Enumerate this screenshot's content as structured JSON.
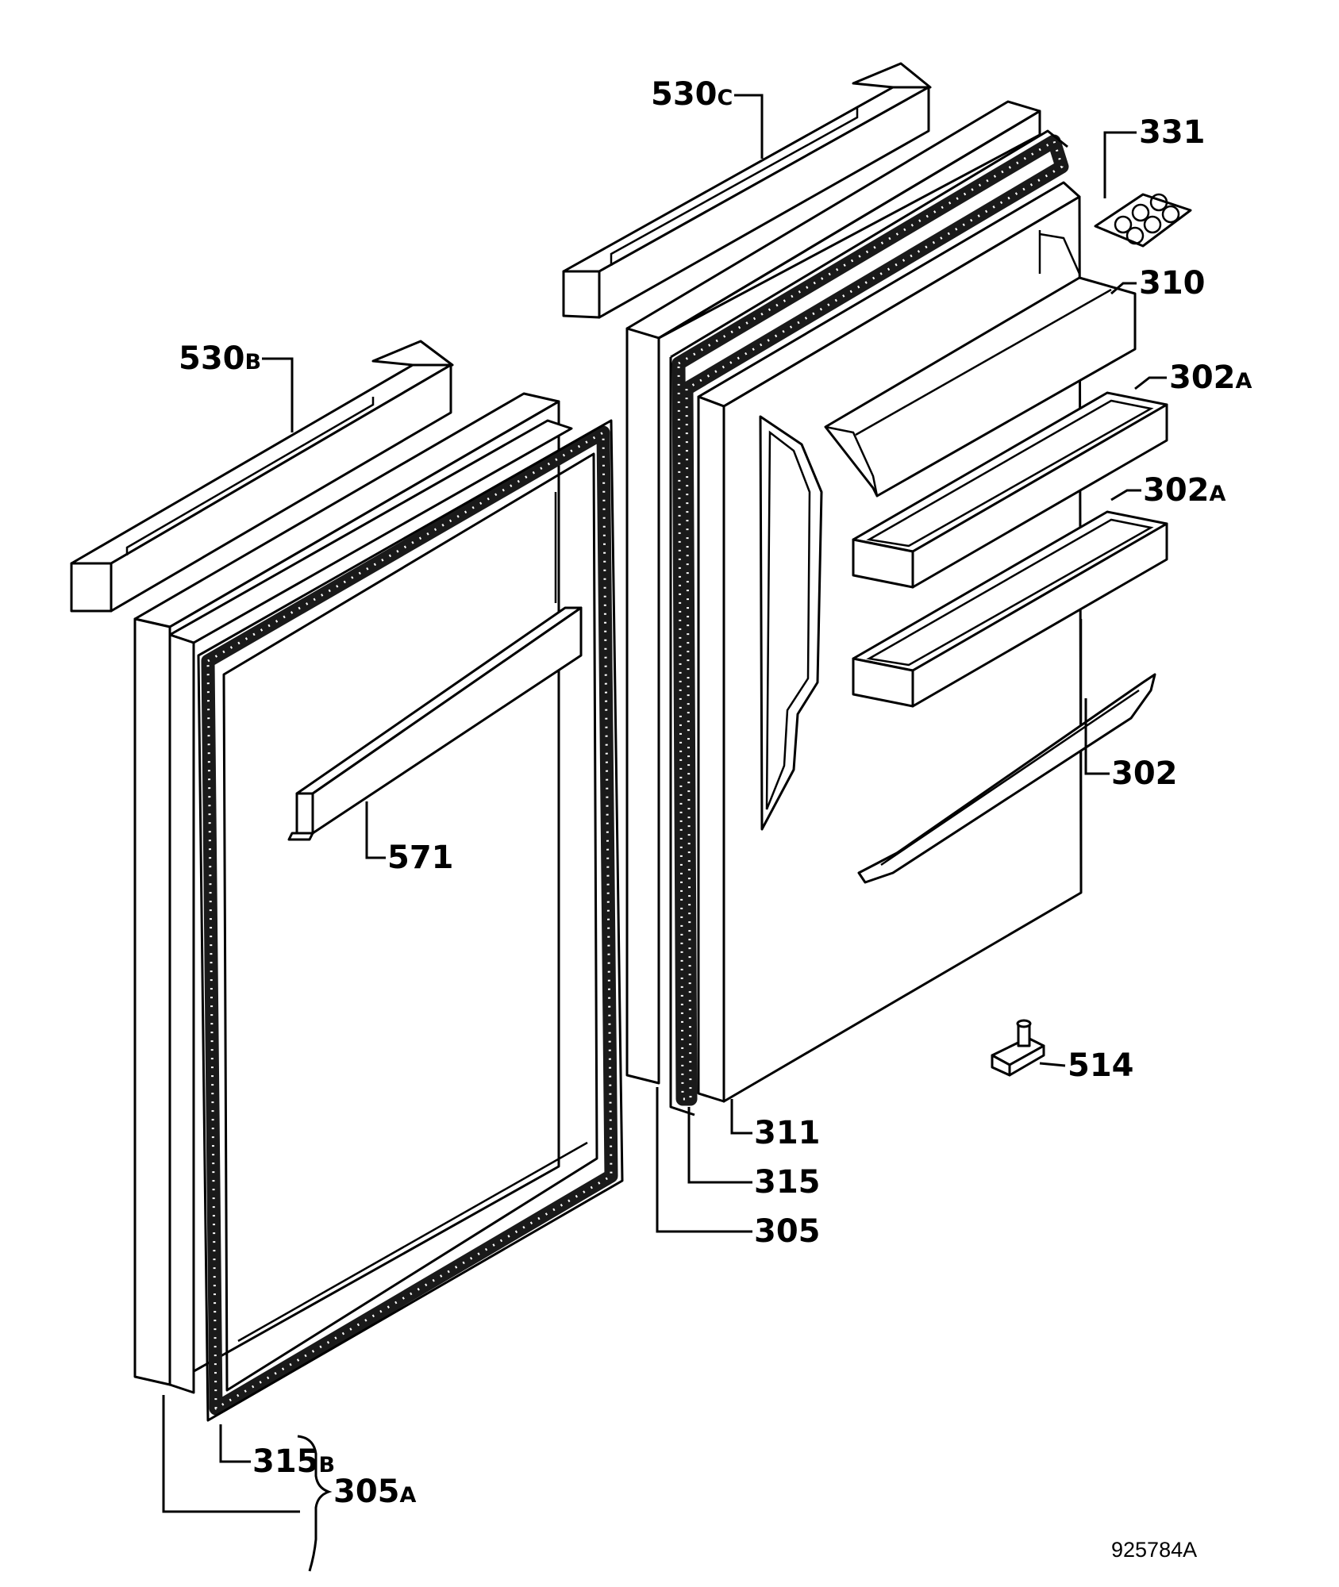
{
  "labels": {
    "l530c": {
      "num": "530",
      "suf": "C"
    },
    "l331": {
      "num": "331",
      "suf": ""
    },
    "l310": {
      "num": "310",
      "suf": ""
    },
    "l302a_1": {
      "num": "302",
      "suf": "A"
    },
    "l302a_2": {
      "num": "302",
      "suf": "A"
    },
    "l302": {
      "num": "302",
      "suf": ""
    },
    "l530b": {
      "num": "530",
      "suf": "B"
    },
    "l571": {
      "num": "571",
      "suf": ""
    },
    "l514": {
      "num": "514",
      "suf": ""
    },
    "l311": {
      "num": "311",
      "suf": ""
    },
    "l315": {
      "num": "315",
      "suf": ""
    },
    "l305": {
      "num": "305",
      "suf": ""
    },
    "l315b": {
      "num": "315",
      "suf": "B"
    },
    "l305a": {
      "num": "305",
      "suf": "A"
    }
  },
  "drawing_ref": "925784A"
}
